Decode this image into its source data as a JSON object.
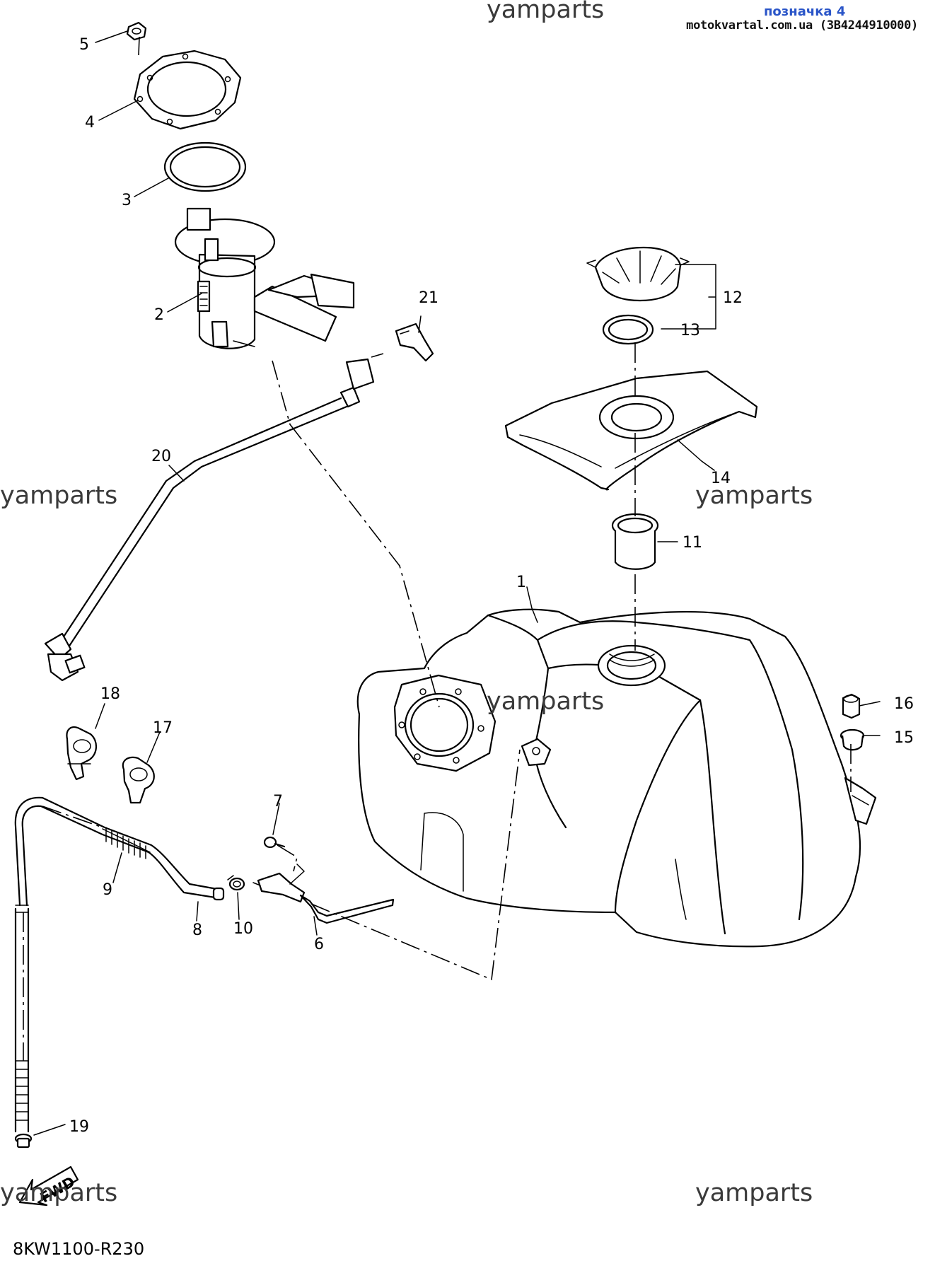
{
  "header": {
    "label": "позначка 4",
    "source": "motokvartal.com.ua (3B4244910000)"
  },
  "watermark": "yamparts",
  "diagram_code": "8KW1100-R230",
  "fwd_label": "FWD",
  "callouts": [
    "1",
    "2",
    "3",
    "4",
    "5",
    "6",
    "7",
    "8",
    "9",
    "10",
    "11",
    "12",
    "13",
    "14",
    "15",
    "16",
    "17",
    "18",
    "19",
    "20",
    "21"
  ],
  "colors": {
    "header_label": "#2a55c8",
    "line": "#000000",
    "watermark": "#3a3a3a"
  }
}
